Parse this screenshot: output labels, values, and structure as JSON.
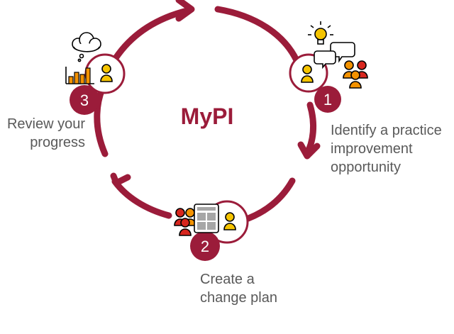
{
  "title": "MyPI",
  "colors": {
    "maroon": "#9b1c3a",
    "gold": "#f5c400",
    "orange": "#f39200",
    "red": "#d7261e",
    "text": "#595959"
  },
  "steps": [
    {
      "number": "1",
      "label_lines": [
        "Identify a practice",
        "improvement",
        "opportunity"
      ],
      "icons": [
        "lightbulb-icon",
        "speech-bubbles-icon",
        "person-icon",
        "group-icon"
      ]
    },
    {
      "number": "2",
      "label_lines": [
        "Create a",
        "change plan"
      ],
      "icons": [
        "group-icon",
        "planner-grid-icon",
        "person-icon"
      ]
    },
    {
      "number": "3",
      "label_lines": [
        "Review your",
        "progress"
      ],
      "icons": [
        "thought-cloud-icon",
        "bar-chart-icon",
        "person-icon"
      ]
    }
  ]
}
